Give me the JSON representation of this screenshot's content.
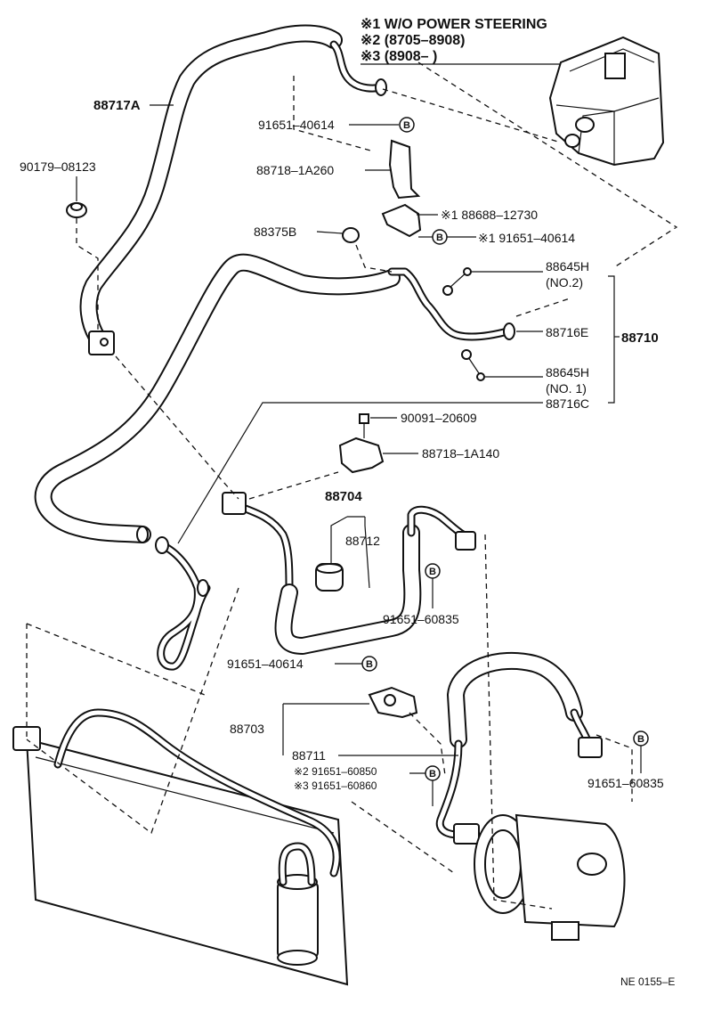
{
  "notes": [
    "※1 W/O POWER STEERING",
    "※2 (8705–8908)",
    "※3 (8908–        )"
  ],
  "labels": {
    "p88717A": "88717A",
    "p90179": "90179–08123",
    "p91651_40614_top": "91651–40614",
    "p88718_1A260": "88718–1A260",
    "p88688": "※1  88688–12730",
    "p91651_40614_s1": "※1  91651–40614",
    "p88375B": "88375B",
    "p88645H_2": "88645H",
    "p88645H_2_sub": "(NO.2)",
    "p88716E": "88716E",
    "p88710": "88710",
    "p88645H_1": "88645H",
    "p88645H_1_sub": "(NO. 1)",
    "p88716C": "88716C",
    "p90091": "90091–20609",
    "p88718_1A140": "88718–1A140",
    "p88704": "88704",
    "p88712": "88712",
    "p91651_60835_mid": "91651–60835",
    "p91651_40614_low": "91651–40614",
    "p88703": "88703",
    "p88711": "88711",
    "p91651_60850": "※2 91651–60850",
    "p91651_60860": "※3 91651–60860",
    "p91651_60835_right": "91651–60835",
    "figure_code": "NE  0155–E"
  },
  "badges": {
    "b_letter": "B"
  }
}
